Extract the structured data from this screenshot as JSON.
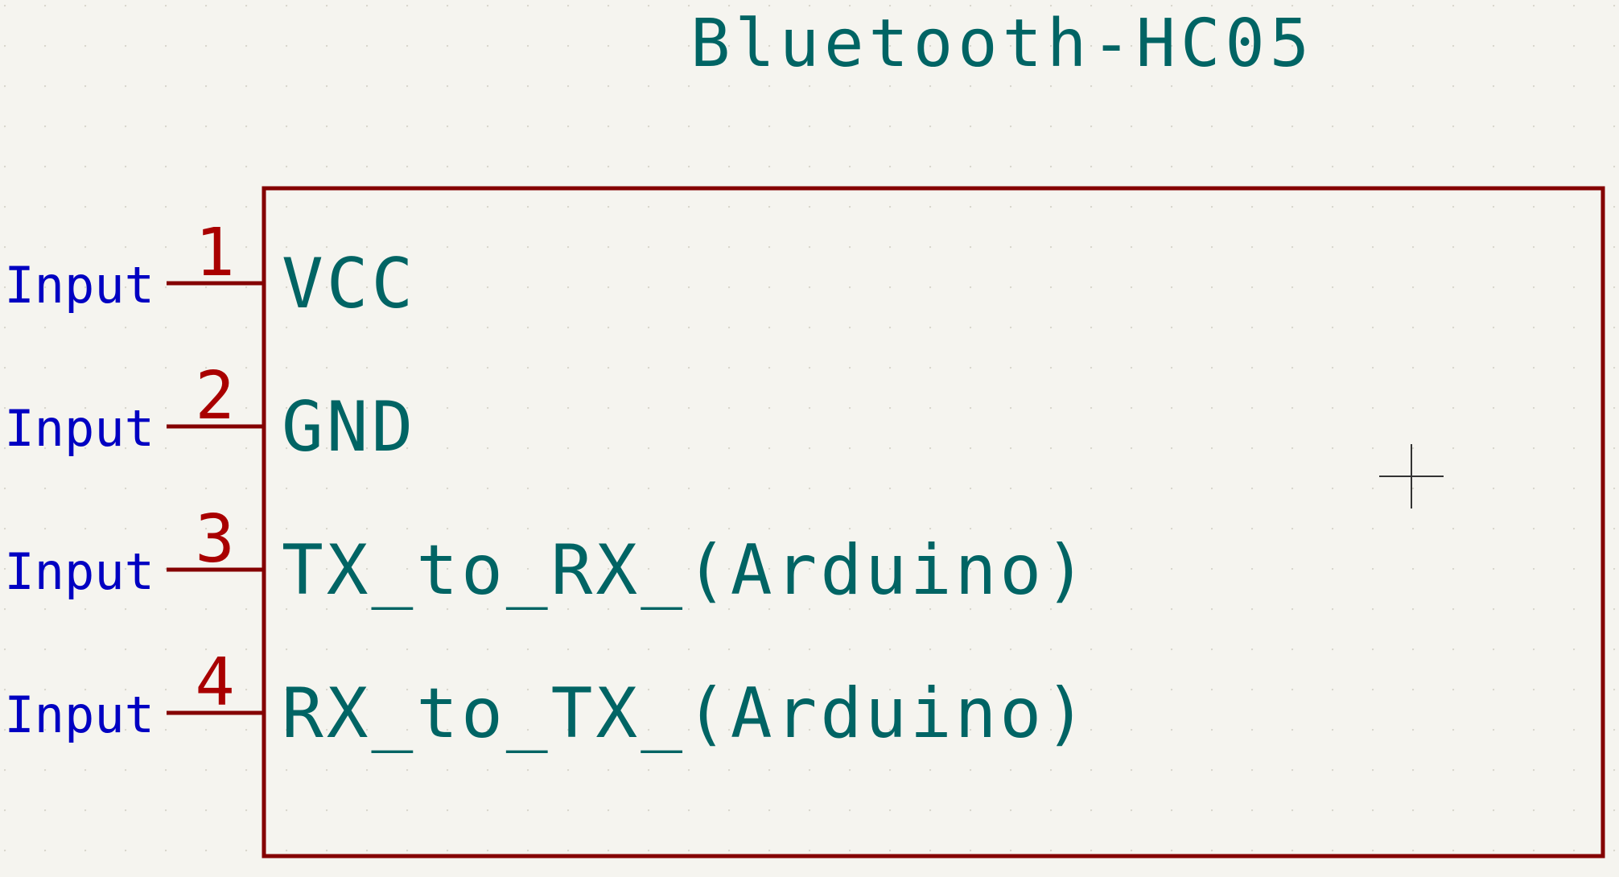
{
  "symbol": {
    "name": "Bluetooth-HC05"
  },
  "pins": [
    {
      "number": "1",
      "name": "VCC",
      "type": "Input"
    },
    {
      "number": "2",
      "name": "GND",
      "type": "Input"
    },
    {
      "number": "3",
      "name": "TX_to_RX_(Arduino)",
      "type": "Input"
    },
    {
      "number": "4",
      "name": "RX_to_TX_(Arduino)",
      "type": "Input"
    }
  ],
  "colors": {
    "background": "#f5f4ef",
    "grid_dot": "#d8d6cc",
    "body_outline": "#840000",
    "pin_line": "#840000",
    "pin_number": "#a90000",
    "pin_name": "#006464",
    "symbol_name": "#006464",
    "pin_type": "#0000c2",
    "anchor_cross": "#333333"
  }
}
